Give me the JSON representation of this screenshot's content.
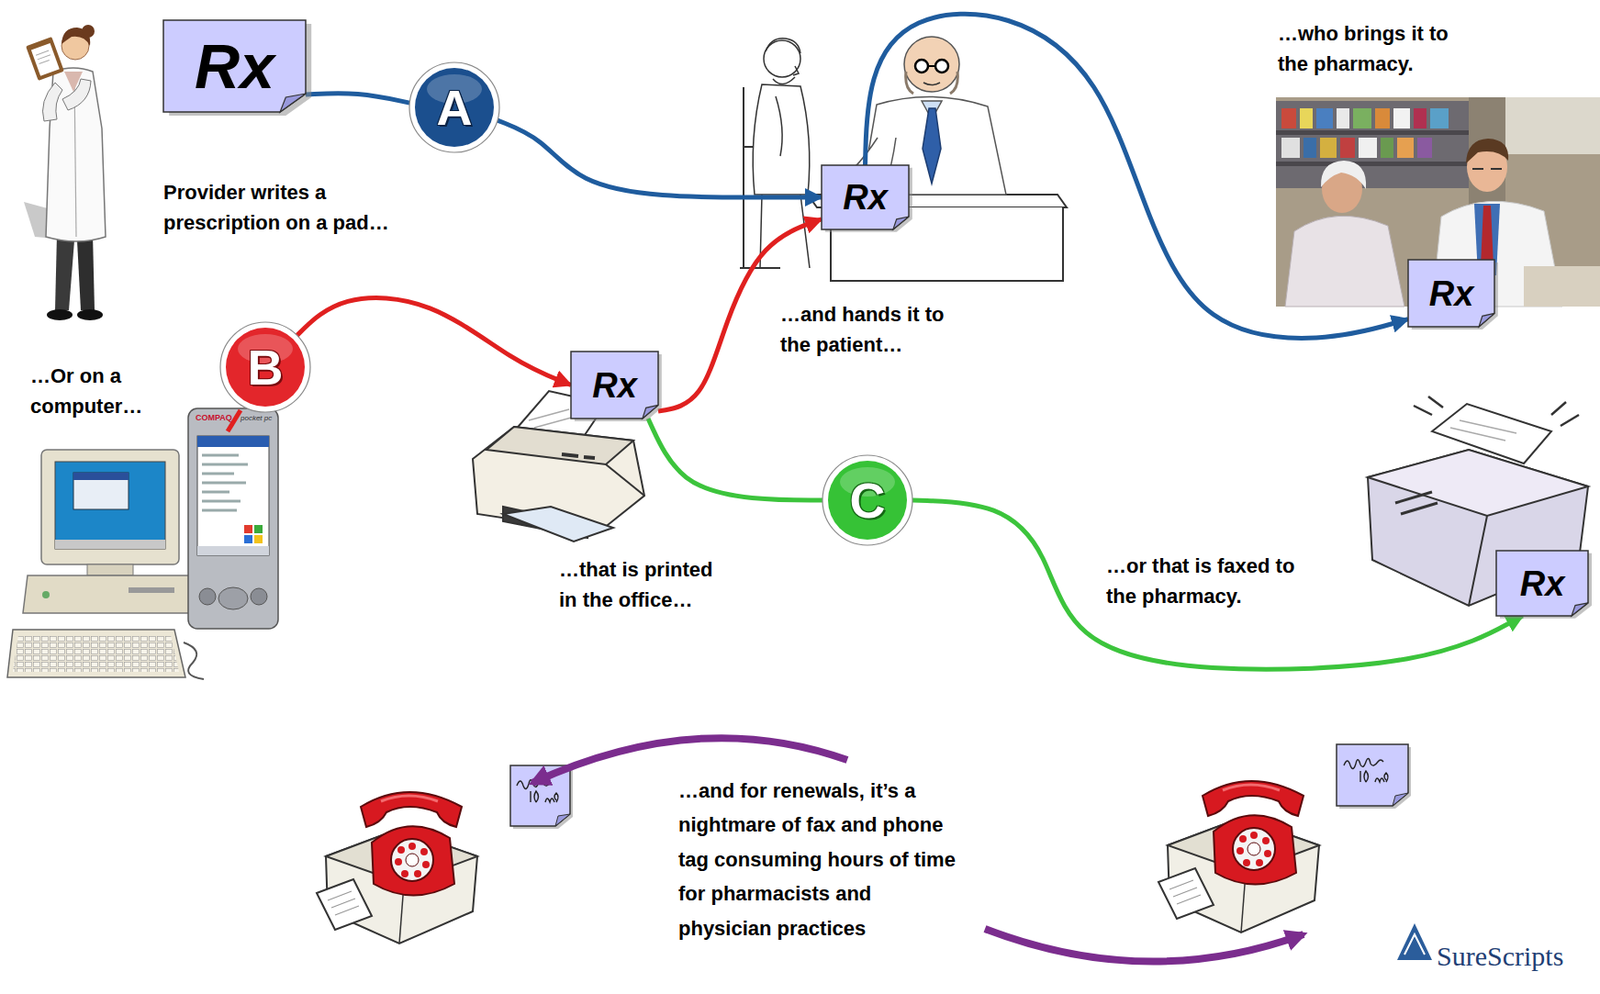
{
  "diagram": {
    "nodes": [
      {
        "text": [
          "Rx"
        ]
      },
      {
        "text": [
          "A"
        ]
      },
      {
        "text": [
          "Rx"
        ]
      },
      {
        "text": [
          "Rx"
        ]
      },
      {
        "text": [
          "B"
        ]
      },
      {
        "text": [
          "Rx"
        ]
      },
      {
        "text": [
          "C"
        ]
      },
      {
        "text": [
          "Rx"
        ]
      }
    ],
    "edges": [
      {
        "from": 0,
        "to": 1,
        "arrow": "none"
      },
      {
        "from": 1,
        "to": 2,
        "arrow": "to"
      },
      {
        "from": 2,
        "to": 3,
        "arrow": "to"
      },
      {
        "from": 4,
        "to": 5,
        "arrow": "to"
      },
      {
        "from": 5,
        "to": 2,
        "arrow": "to"
      },
      {
        "from": 5,
        "to": 6,
        "arrow": "none"
      },
      {
        "from": 6,
        "to": 7,
        "arrow": "to"
      }
    ],
    "labels": [
      "Provider writes a prescription on a pad…",
      "…and hands it to the patient…",
      "…who brings it to the pharmacy.",
      "…Or on a computer…",
      "…that is printed in the office…",
      "…or that is faxed to the pharmacy.",
      "…and for renewals, it’s a nightmare of fax and phone tag consuming hours of time for pharmacists and physician practices",
      "SureScripts",
      "COMPAQ",
      "pocket pc"
    ]
  }
}
